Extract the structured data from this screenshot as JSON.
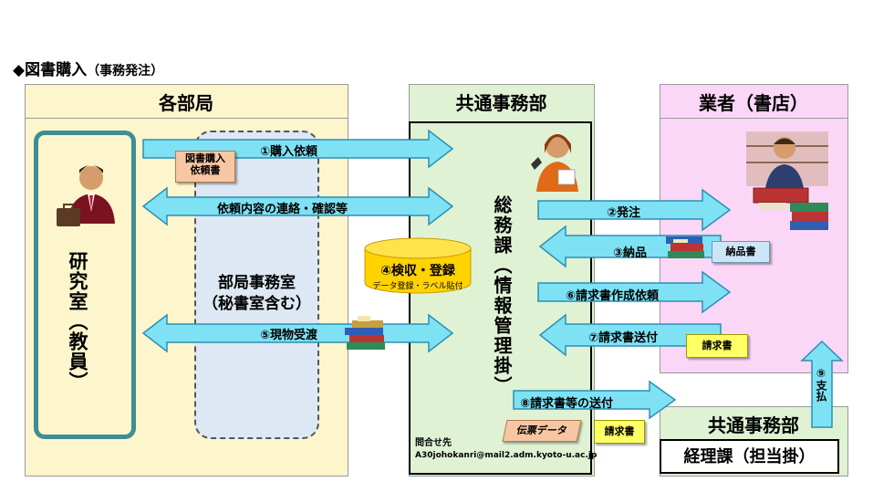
{
  "title": {
    "main": "◆図書購入",
    "sub": "（事務発注）"
  },
  "panels": {
    "department": {
      "header": "各部局",
      "lab": "研究室（教員）",
      "office_line1": "部局事務室",
      "office_line2": "（秘書室含む）"
    },
    "common": {
      "header": "共通事務部",
      "section": "総務課（情報管理掛）",
      "contact_label": "問合せ先",
      "contact_email": "A30johokanri@mail2.adm.kyoto-u.ac.jp"
    },
    "vendor": {
      "header": "業者（書店）"
    },
    "accounting": {
      "header": "共通事務部",
      "section": "経理課（担当掛）"
    }
  },
  "steps": {
    "s1": "①購入依頼",
    "s_confirm": "依頼内容の連絡・確認等",
    "s2": "②発注",
    "s3": "③納品",
    "s4_title": "④検収・登録",
    "s4_sub": "データ登録・ラベル貼付",
    "s5": "⑤現物受渡",
    "s6": "⑥請求書作成依頼",
    "s7": "⑦請求書送付",
    "s8": "⑧請求書等の送付",
    "s9": "⑨支払"
  },
  "documents": {
    "request_form_line1": "図書購入",
    "request_form_line2": "依頼書",
    "delivery_note": "納品書",
    "invoice": "請求書",
    "invoice2": "請求書",
    "slip_data": "伝票データ"
  },
  "colors": {
    "department_bg": "#fdf5cc",
    "common_bg": "#dff2d4",
    "vendor_bg": "#fbd7f7",
    "arrow_fill": "#7ee2f4",
    "arrow_stroke": "#2b8fb5",
    "lab_border": "#3f8d95",
    "office_bg": "#dde8f4",
    "drum_fill": "#ffd200",
    "request_form_bg": "#f7c6a3",
    "delivery_note_bg": "#cde6f7",
    "invoice_bg": "#ffff66",
    "slip_bg": "#f7c6a3"
  },
  "icons": {
    "researcher": "businessman-briefcase-icon",
    "clerk": "clerk-icon",
    "bookseller": "bookseller-reading-icon",
    "books": "books-stack-icon"
  }
}
